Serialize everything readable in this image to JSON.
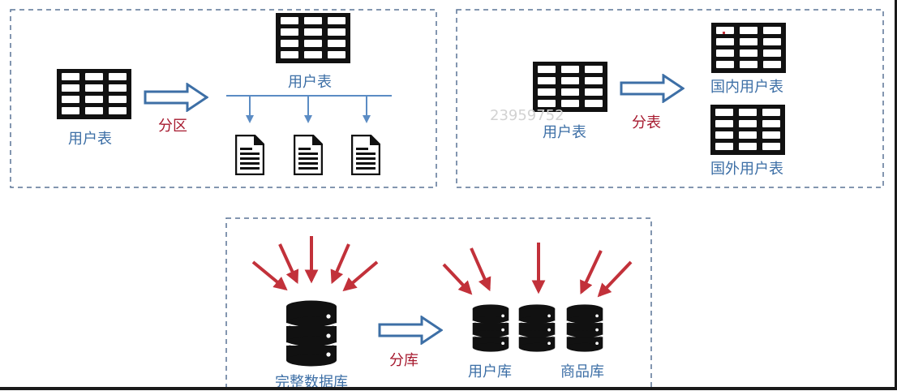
{
  "partition": {
    "source_table": "用户表",
    "action": "分区",
    "target_table": "用户表"
  },
  "table_split": {
    "source_table": "用户表",
    "action": "分表",
    "domestic_table": "国内用户表",
    "foreign_table": "国外用户表"
  },
  "db_split": {
    "source_db": "完整数据库",
    "action": "分库",
    "user_db": "用户库",
    "product_db": "商品库"
  },
  "watermark": "23959752",
  "colors": {
    "label_blue": "#3d6fa6",
    "label_red": "#a6192e",
    "arrow_red": "#c2313a",
    "tree_line": "#5b8cc4",
    "dash_border": "#5a7396"
  }
}
